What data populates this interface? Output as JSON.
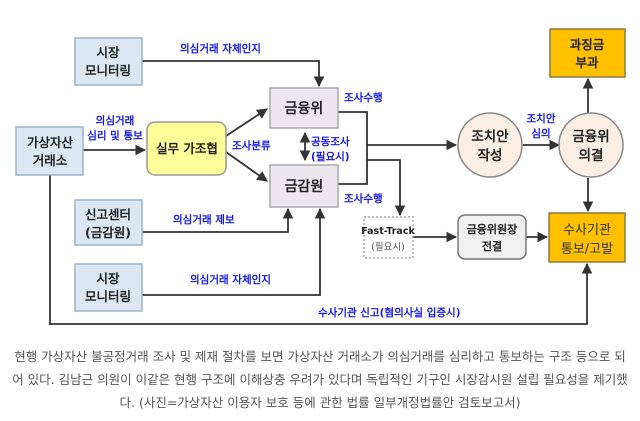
{
  "nodes": {
    "monitor_top": [
      "시장",
      "모니터링"
    ],
    "exchange": [
      "가상자산",
      "거래소"
    ],
    "working_group": "실무 가조협",
    "fsc": "금융위",
    "fss": "금감원",
    "draft_action": [
      "조치안",
      "작성"
    ],
    "fsc_resolution": [
      "금융위",
      "의결"
    ],
    "penalty": [
      "과징금",
      "부과"
    ],
    "report_center": [
      "신고센터",
      "(금감원)"
    ],
    "monitor_bottom": [
      "시장",
      "모니터링"
    ],
    "fast_track": [
      "Fast-Track",
      "(필요시)"
    ],
    "chairman": [
      "금융위원장",
      "전결"
    ],
    "prosecution": [
      "수사기관",
      "통보/고발"
    ]
  },
  "labels": {
    "self_detect_top": "의심거래 자체인지",
    "review_notify": [
      "의심거래",
      "심리 및 통보"
    ],
    "classify": "조사분류",
    "joint": [
      "공동조사",
      "(필요시)"
    ],
    "investigate_fsc": "조사수행",
    "investigate_fss": "조사수행",
    "deliberation": [
      "조치안",
      "심의"
    ],
    "tip": "의심거래 제보",
    "self_detect_bottom": "의심거래 자체인지",
    "report_police": "수사기관 신고(혐의사실 입증시)"
  },
  "caption": "현행 가상자산 불공정거래 조사 및 제재 절차를 보면 가상자산 거래소가 의심거래를 심리하고 통보하는 구조 등으로 되어 있다. 김남근 의원이 이같은 현행 구조에 이해상충 우려가 있다며 독립적인 기구인 시장감시원 설립 필요성을 제기했다. (사진=가상자산 이용자 보호 등에 관한 법률 일부개정법률안 검토보고서)",
  "colors": {
    "blue_box": "#dbe8f4",
    "yellow": "#ffff99",
    "lavender": "#ece6ef",
    "orange": "#ffc000",
    "circle": "#fbeee2",
    "label": "#1a1ae6"
  }
}
